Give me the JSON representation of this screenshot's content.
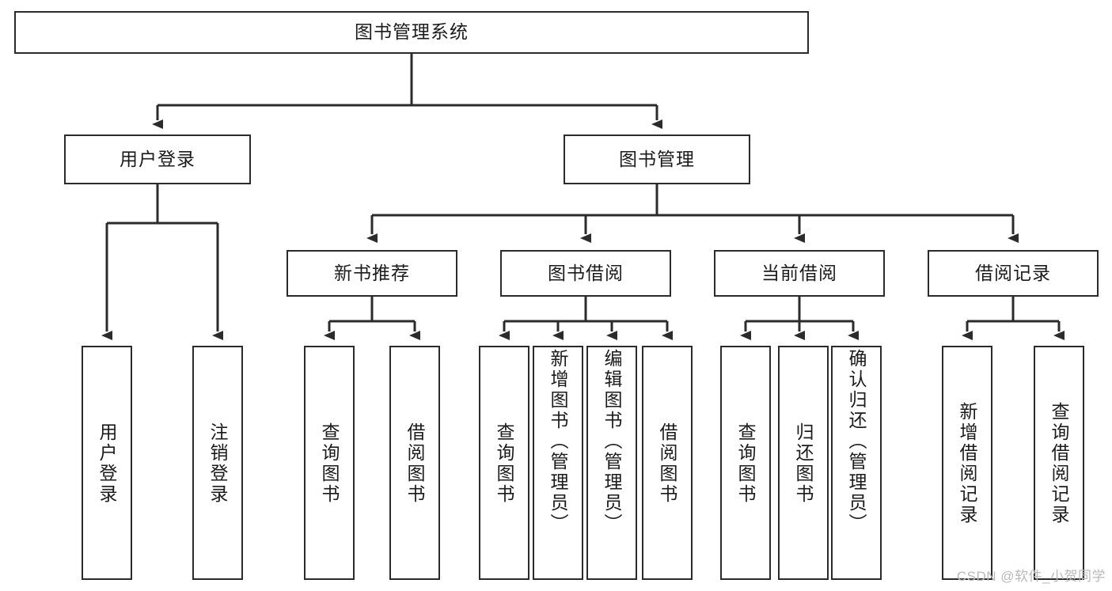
{
  "diagram": {
    "title": "图书管理系统",
    "watermark": "CSDN @软件_小贺同学",
    "colors": {
      "box_border": "#2b2b2b",
      "box_fill": "#ffffff",
      "edge": "#2b2b2b",
      "text": "#1b1b1b",
      "watermark": "#b9b9b9",
      "background": "#ffffff"
    },
    "nodes": {
      "root": "图书管理系统",
      "level2": {
        "user_login": "用户登录",
        "book_manage": "图书管理"
      },
      "level3": {
        "new_book_recommend": "新书推荐",
        "book_borrow": "图书借阅",
        "current_borrow": "当前借阅",
        "borrow_record": "借阅记录"
      },
      "leaves": {
        "user_login_children": [
          "用户登录",
          "注销登录"
        ],
        "new_book_recommend_children": [
          "查询图书",
          "借阅图书"
        ],
        "book_borrow_children": [
          "查询图书",
          "新增图书（管理员）",
          "编辑图书（管理员）",
          "借阅图书"
        ],
        "current_borrow_children": [
          "查询图书",
          "归还图书",
          "确认归还（管理员）"
        ],
        "borrow_record_children": [
          "新增借阅记录",
          "查询借阅记录"
        ]
      }
    }
  }
}
